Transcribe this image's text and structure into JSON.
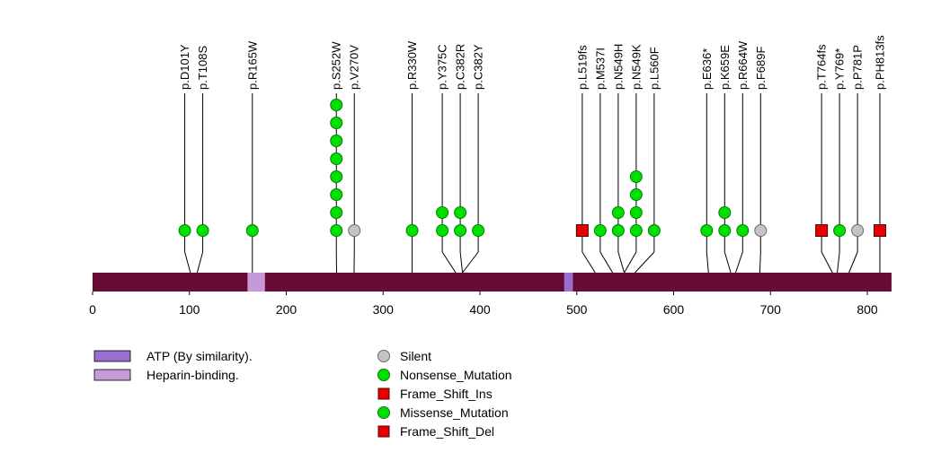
{
  "figure": {
    "background": "#ffffff"
  },
  "chart_data": {
    "type": "lollipop",
    "title": "",
    "xlabel": "",
    "ylabel": "",
    "x_axis": {
      "min": 0,
      "max": 800,
      "ticks": [
        0,
        100,
        200,
        300,
        400,
        500,
        600,
        700,
        800
      ]
    },
    "protein_bar": {
      "start": 0,
      "end": 825,
      "color": "#670b33"
    },
    "domains": [
      {
        "name": "Heparin-binding.",
        "start": 160,
        "end": 178,
        "color": "#c69ad7"
      },
      {
        "name": "ATP (By similarity).",
        "start": 487,
        "end": 496,
        "color": "#9a6ece"
      }
    ],
    "marker_styles": {
      "missense": {
        "shape": "circle",
        "fill": "#00e000",
        "stroke": "#007d00"
      },
      "nonsense": {
        "shape": "circle",
        "fill": "#00e000",
        "stroke": "#007d00"
      },
      "silent": {
        "shape": "circle",
        "fill": "#c4c4c4",
        "stroke": "#6b6b6b"
      },
      "frameshift": {
        "shape": "square",
        "fill": "#e80000",
        "stroke": "#550000"
      }
    },
    "mutations": [
      {
        "label": "p.D101Y",
        "position": 101,
        "count": 1,
        "type": "missense"
      },
      {
        "label": "p.T108S",
        "position": 108,
        "count": 1,
        "type": "missense"
      },
      {
        "label": "p.R165W",
        "position": 165,
        "count": 1,
        "type": "missense"
      },
      {
        "label": "p.S252W",
        "position": 252,
        "count": 8,
        "type": "missense"
      },
      {
        "label": "p.V270V",
        "position": 270,
        "count": 1,
        "type": "silent"
      },
      {
        "label": "p.R330W",
        "position": 330,
        "count": 1,
        "type": "missense"
      },
      {
        "label": "p.Y375C",
        "position": 375,
        "count": 2,
        "type": "missense"
      },
      {
        "label": "p.C382R",
        "position": 382,
        "count": 2,
        "type": "missense"
      },
      {
        "label": "p.C382Y",
        "position": 382,
        "count": 1,
        "type": "missense"
      },
      {
        "label": "p.L519fs",
        "position": 519,
        "count": 1,
        "type": "frameshift"
      },
      {
        "label": "p.M537I",
        "position": 537,
        "count": 1,
        "type": "missense"
      },
      {
        "label": "p.N549H",
        "position": 549,
        "count": 2,
        "type": "missense"
      },
      {
        "label": "p.N549K",
        "position": 549,
        "count": 4,
        "type": "missense"
      },
      {
        "label": "p.L560F",
        "position": 560,
        "count": 1,
        "type": "missense"
      },
      {
        "label": "p.E636*",
        "position": 636,
        "count": 1,
        "type": "nonsense"
      },
      {
        "label": "p.K659E",
        "position": 659,
        "count": 2,
        "type": "missense"
      },
      {
        "label": "p.R664W",
        "position": 664,
        "count": 1,
        "type": "missense"
      },
      {
        "label": "p.F689F",
        "position": 689,
        "count": 1,
        "type": "silent"
      },
      {
        "label": "p.T764fs",
        "position": 764,
        "count": 1,
        "type": "frameshift"
      },
      {
        "label": "p.Y769*",
        "position": 769,
        "count": 1,
        "type": "nonsense"
      },
      {
        "label": "p.P781P",
        "position": 781,
        "count": 1,
        "type": "silent"
      },
      {
        "label": "p.PH813fs",
        "position": 813,
        "count": 1,
        "type": "frameshift"
      }
    ],
    "legend": {
      "domains": [
        {
          "label": "ATP (By similarity).",
          "color": "#9a6ece"
        },
        {
          "label": "Heparin-binding.",
          "color": "#c69ad7"
        }
      ],
      "mutation_types": [
        {
          "label": "Silent",
          "shape": "circle",
          "fill": "#c4c4c4",
          "stroke": "#6b6b6b"
        },
        {
          "label": "Nonsense_Mutation",
          "shape": "circle",
          "fill": "#00e000",
          "stroke": "#007d00"
        },
        {
          "label": "Frame_Shift_Ins",
          "shape": "square",
          "fill": "#e80000",
          "stroke": "#550000"
        },
        {
          "label": "Missense_Mutation",
          "shape": "circle",
          "fill": "#00e000",
          "stroke": "#007d00"
        },
        {
          "label": "Frame_Shift_Del",
          "shape": "square",
          "fill": "#e80000",
          "stroke": "#550000"
        }
      ]
    }
  }
}
